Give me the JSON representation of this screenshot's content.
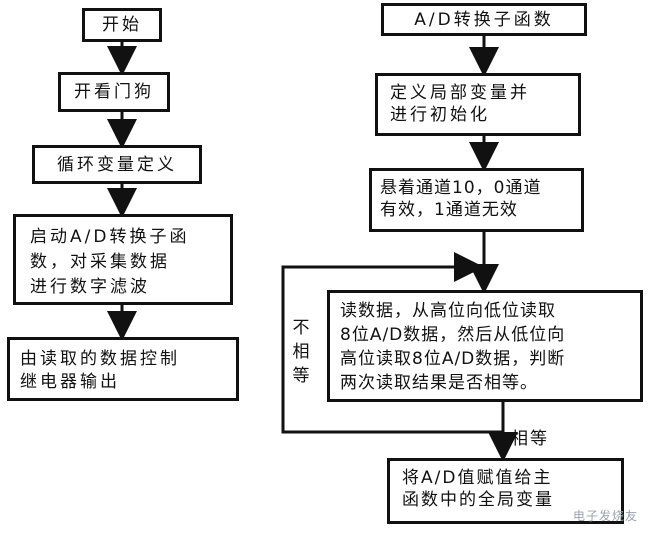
{
  "left_flow": {
    "start": "开始",
    "watchdog": "开看门狗",
    "loop_var": "循环变量定义",
    "start_ad": [
      "启动A/D转换子函",
      "数，对采集数据",
      "进行数字滤波"
    ],
    "control": [
      "由读取的数据控制",
      "继电器输出"
    ]
  },
  "right_flow": {
    "title": "A/D转换子函数",
    "init": [
      "定义局部变量并",
      "进行初始化"
    ],
    "channel": [
      "悬着通道10，0通道",
      "有效，1通道无效"
    ],
    "read": [
      "读数据，从高位向低位读取",
      "8位A/D数据，然后从低位向",
      "高位读取8位A/D数据，判断",
      "两次读取结果是否相等。"
    ],
    "assign": [
      "将A/D值赋值给主",
      "函数中的全局变量"
    ],
    "not_equal": [
      "不",
      "相",
      "等"
    ],
    "equal": "相等"
  },
  "watermark": "电子发烧友"
}
